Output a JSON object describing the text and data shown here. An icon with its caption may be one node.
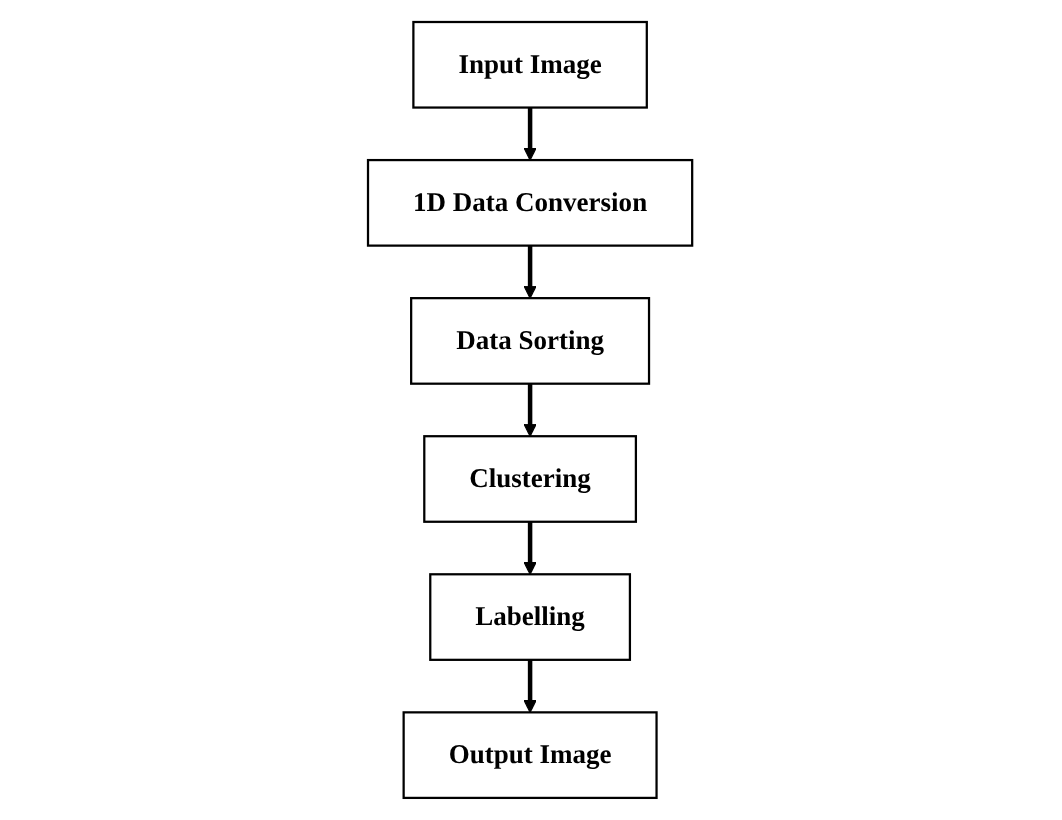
{
  "diagram": {
    "nodes": [
      {
        "text": [
          "Input Image"
        ]
      },
      {
        "text": [
          "1D Data Conversion"
        ]
      },
      {
        "text": [
          "Data Sorting"
        ]
      },
      {
        "text": [
          "Clustering"
        ]
      },
      {
        "text": [
          "Labelling"
        ]
      },
      {
        "text": [
          "Output Image"
        ]
      }
    ],
    "edges": [
      {
        "from": 0,
        "to": 1,
        "arrow": "to"
      },
      {
        "from": 1,
        "to": 2,
        "arrow": "to"
      },
      {
        "from": 2,
        "to": 3,
        "arrow": "to"
      },
      {
        "from": 3,
        "to": 4,
        "arrow": "to"
      },
      {
        "from": 4,
        "to": 5,
        "arrow": "to"
      }
    ]
  }
}
